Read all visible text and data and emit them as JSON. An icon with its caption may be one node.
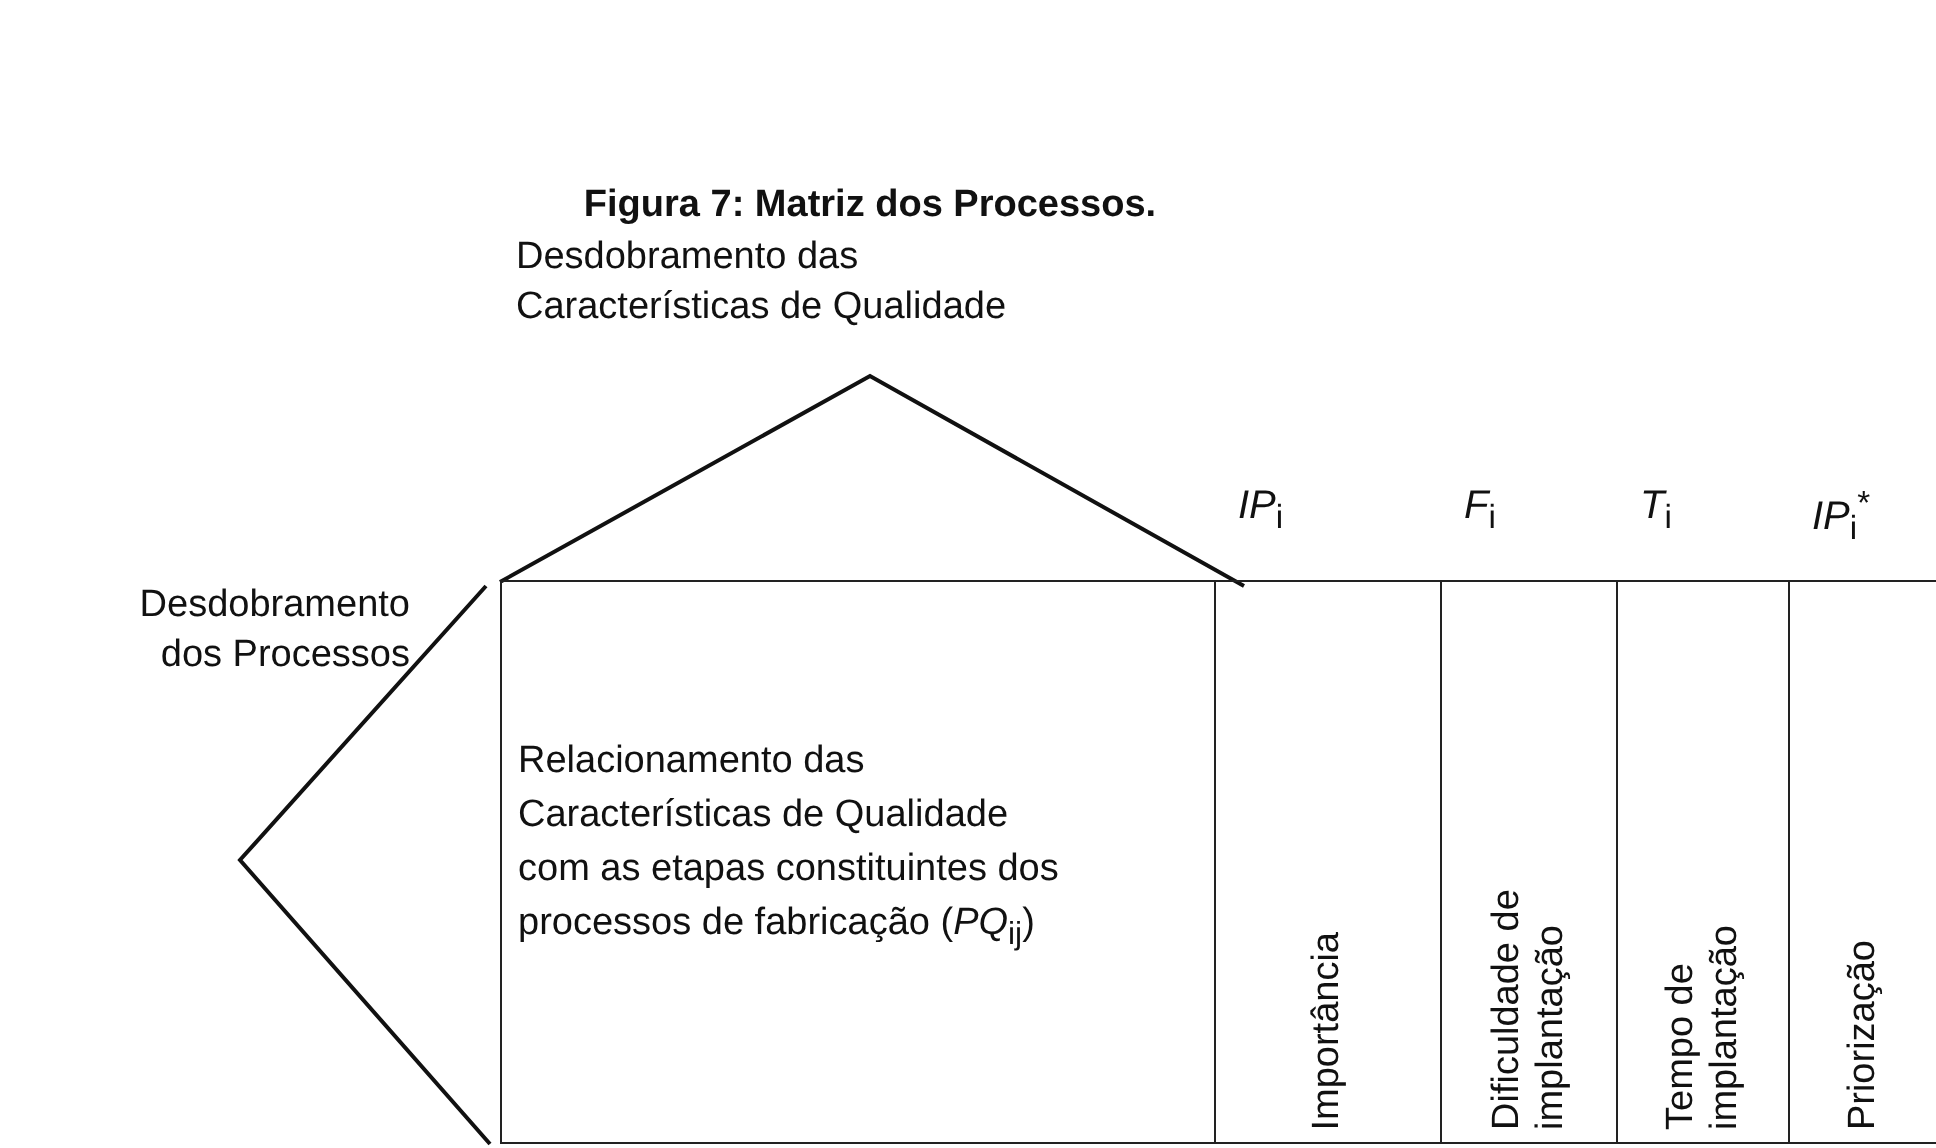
{
  "diagram": {
    "title": "Figura 7: Matriz dos Processos.",
    "nodes": [
      {
        "text": [
          "Relacionamento das Características de Qualidade com as etapas constituintes dos processos de fabricação (*PQ*$_{ij}$)"
        ]
      },
      {
        "text": [
          "Importância"
        ],
        "beside": [
          "*IP*$_{i}$"
        ]
      },
      {
        "text": [
          "Dificuldade de implantação"
        ],
        "beside": [
          "*F*$_{i}$"
        ]
      },
      {
        "text": [
          "Tempo de implantação"
        ],
        "beside": [
          "*T*$_{i}$"
        ]
      },
      {
        "text": [
          "Priorização"
        ],
        "beside": [
          "*IP*$_{i}$$^{*}$"
        ]
      }
    ],
    "edges": [],
    "labels": [
      "Desdobramento das Características de Qualidade",
      "Desdobramento dos Processos"
    ]
  }
}
